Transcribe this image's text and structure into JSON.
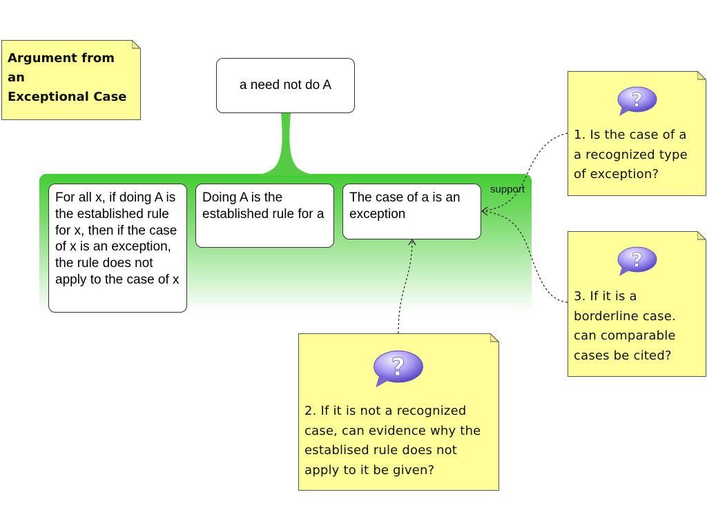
{
  "title_note": {
    "line1": "Argument from an",
    "line2": "Exceptional Case"
  },
  "conclusion": "a need not do A",
  "support_label": "support",
  "premises": [
    "For all x, if doing A is the established rule for x, then if the case of x is an exception, the rule does not apply to the case of x",
    "Doing A is the established rule for a",
    "The case of a is an exception"
  ],
  "questions": {
    "q1": [
      "1. Is the case of a",
      "a recognized type",
      "of exception?"
    ],
    "q2": [
      "2. If it is not a recognized",
      "case, can evidence why the",
      "establised rule does not",
      "apply to it be given?"
    ],
    "q3": [
      "3. If it is a",
      "borderline case.",
      "can comparable",
      "cases be cited?"
    ]
  },
  "colors": {
    "note_fill": "#ffff99",
    "panel_green": "#44cc33",
    "bubble_purple": "#8877dd"
  },
  "icons": {
    "question_bubble": "question-bubble-icon"
  }
}
